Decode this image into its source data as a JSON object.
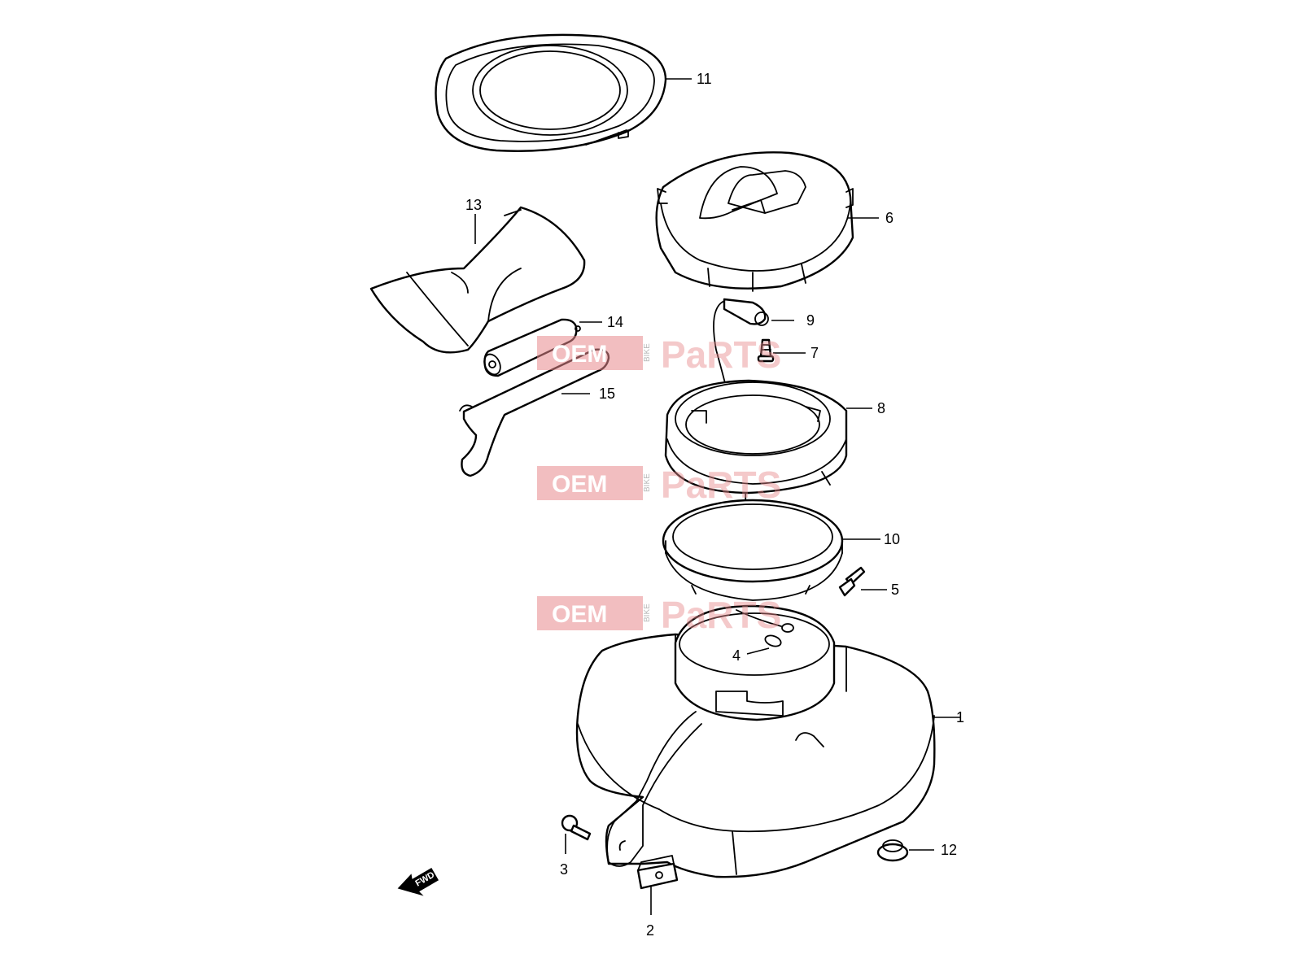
{
  "callouts": [
    {
      "id": "1",
      "label": "1"
    },
    {
      "id": "2",
      "label": "2"
    },
    {
      "id": "3",
      "label": "3"
    },
    {
      "id": "4",
      "label": "4"
    },
    {
      "id": "5",
      "label": "5"
    },
    {
      "id": "6",
      "label": "6"
    },
    {
      "id": "7",
      "label": "7"
    },
    {
      "id": "8",
      "label": "8"
    },
    {
      "id": "9",
      "label": "9"
    },
    {
      "id": "10",
      "label": "10"
    },
    {
      "id": "11",
      "label": "11"
    },
    {
      "id": "12",
      "label": "12"
    },
    {
      "id": "13",
      "label": "13"
    },
    {
      "id": "14",
      "label": "14"
    },
    {
      "id": "15",
      "label": "15"
    }
  ],
  "watermark": {
    "oem": "OEM",
    "bike": "BIKE",
    "parts": "PaRTS"
  },
  "fwd_label": "FWD",
  "colors": {
    "line": "#000000",
    "background": "#ffffff",
    "watermark": "#e7898c"
  }
}
